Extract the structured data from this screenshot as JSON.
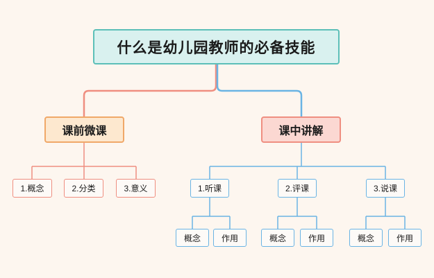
{
  "diagram": {
    "type": "mindmap-tree",
    "background_color": "#fdf6ef",
    "root": {
      "label": "什么是幼儿园教师的必备技能",
      "fill": "#d9f1ef",
      "border": "#5cbfb8"
    },
    "branches": [
      {
        "label": "课前微课",
        "fill": "#fde8cf",
        "border": "#f0a868",
        "connector_color": "#ef8e80",
        "children": [
          {
            "label": "1.概念"
          },
          {
            "label": "2.分类"
          },
          {
            "label": "3.意义"
          }
        ]
      },
      {
        "label": "课中讲解",
        "fill": "#fbd8d2",
        "border": "#ef8e80",
        "connector_color": "#6ab4e4",
        "children": [
          {
            "label": "1.听课",
            "children": [
              {
                "label": "概念"
              },
              {
                "label": "作用"
              }
            ]
          },
          {
            "label": "2.评课",
            "children": [
              {
                "label": "概念"
              },
              {
                "label": "作用"
              }
            ]
          },
          {
            "label": "3.说课",
            "children": [
              {
                "label": "概念"
              },
              {
                "label": "作用"
              }
            ]
          }
        ]
      }
    ]
  }
}
